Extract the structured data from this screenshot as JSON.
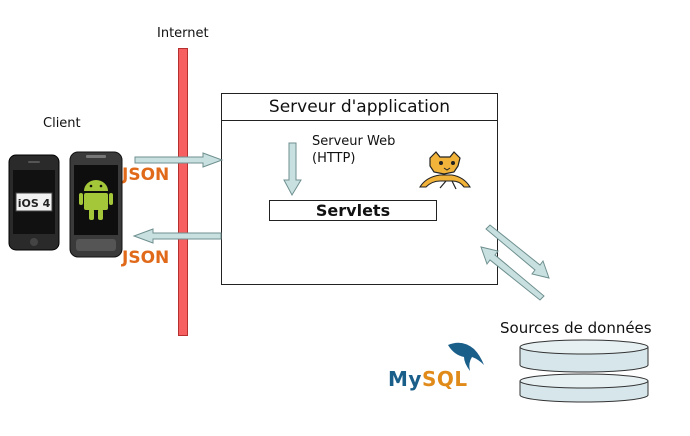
{
  "labels": {
    "internet": "Internet",
    "client": "Client",
    "server_title": "Serveur d'application",
    "web_server_line1": "Serveur Web",
    "web_server_line2": "(HTTP)",
    "servlets": "Servlets",
    "json_top": "JSON",
    "json_bottom": "JSON",
    "data_sources": "Sources de données",
    "ios_badge": "iOS 4",
    "mysql_part1": "My",
    "mysql_part2": "SQL"
  },
  "colors": {
    "firewall": "#f76060",
    "arrow_fill": "#c8e0e0",
    "arrow_stroke": "#6f8f8f",
    "json": "#e0691a",
    "database_fill": "#d6e6ea"
  },
  "icons": {
    "iphone": "iphone-icon",
    "android_phone": "android-phone-icon",
    "tomcat": "tomcat-logo",
    "mysql": "mysql-logo",
    "database": "database-icon"
  }
}
